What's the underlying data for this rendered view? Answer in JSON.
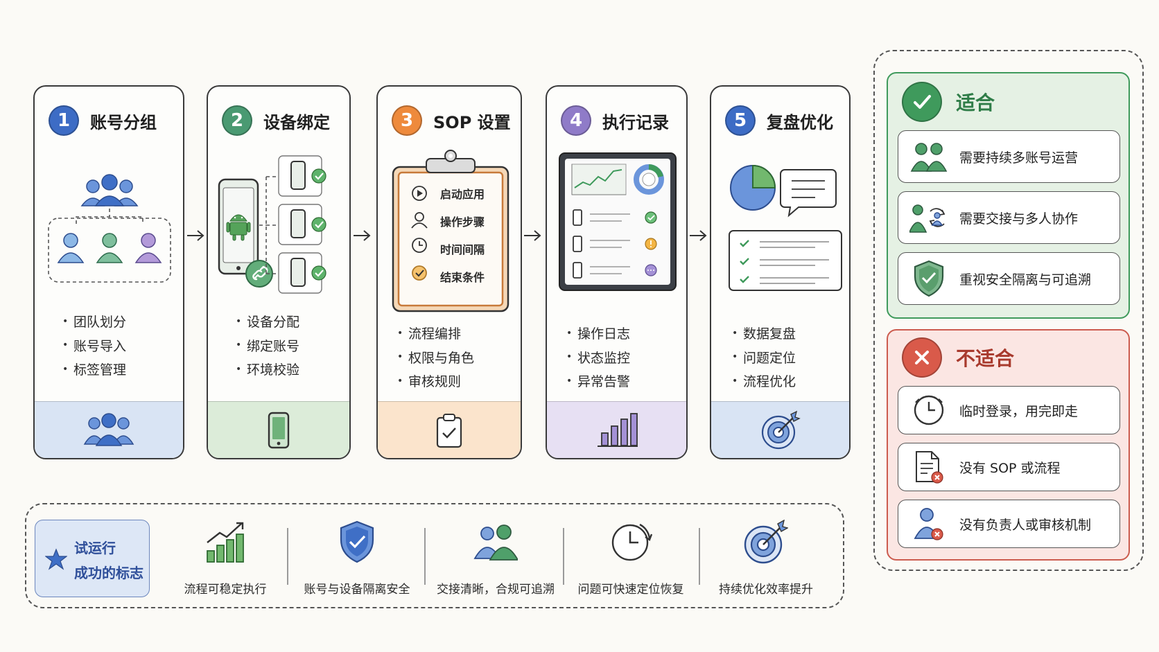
{
  "steps": [
    {
      "num": "1",
      "title": "账号分组",
      "bullets": [
        "团队划分",
        "账号导入",
        "标签管理"
      ],
      "color": "#3d6cc5",
      "foot_bg": "#d9e4f4"
    },
    {
      "num": "2",
      "title": "设备绑定",
      "bullets": [
        "设备分配",
        "绑定账号",
        "环境校验"
      ],
      "color": "#4a9a72",
      "foot_bg": "#dcecd9"
    },
    {
      "num": "3",
      "title": "SOP 设置",
      "bullets": [
        "流程编排",
        "权限与角色",
        "审核规则"
      ],
      "color": "#ee8a3c",
      "foot_bg": "#fbe4cc",
      "checklist": [
        "启动应用",
        "操作步骤",
        "时间间隔",
        "结束条件"
      ]
    },
    {
      "num": "4",
      "title": "执行记录",
      "bullets": [
        "操作日志",
        "状态监控",
        "异常告警"
      ],
      "color": "#8f7bc8",
      "foot_bg": "#e7e0f3"
    },
    {
      "num": "5",
      "title": "复盘优化",
      "bullets": [
        "数据复盘",
        "问题定位",
        "流程优化"
      ],
      "color": "#3d6cc5",
      "foot_bg": "#d9e4f4"
    }
  ],
  "suitable": {
    "title": "适合",
    "items": [
      "需要持续多账号运营",
      "需要交接与多人协作",
      "重视安全隔离与可追溯"
    ]
  },
  "unsuitable": {
    "title": "不适合",
    "items": [
      "临时登录，用完即走",
      "没有 SOP 或流程",
      "没有负责人或审核机制"
    ]
  },
  "trial": {
    "line1": "试运行",
    "line2": "成功的标志"
  },
  "metrics": [
    "流程可稳定执行",
    "账号与设备隔离安全",
    "交接清晰，合规可追溯",
    "问题可快速定位恢复",
    "持续优化效率提升"
  ],
  "colors": {
    "suitable_accent": "#3f9a5c",
    "unsuitable_accent": "#d95a4a"
  }
}
